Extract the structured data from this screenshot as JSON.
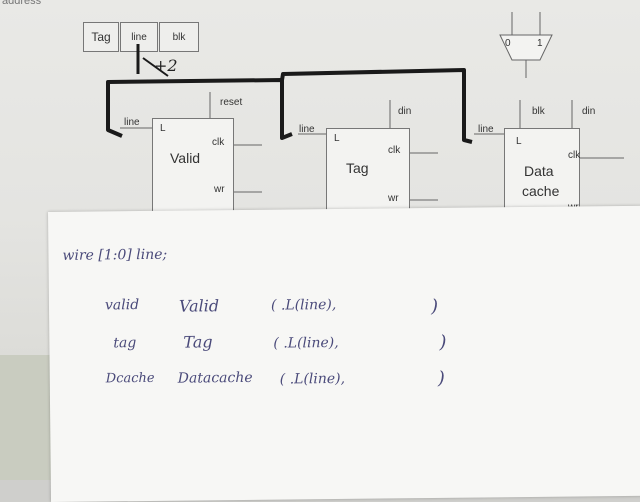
{
  "top_label": "address",
  "address_fields": [
    "Tag",
    "line",
    "blk"
  ],
  "shift_note": "+2",
  "mux": {
    "in0": "0",
    "in1": "1"
  },
  "valid_block": {
    "title": "Valid",
    "port_L": "L",
    "in_line": "line",
    "port_reset": "reset",
    "port_clk": "clk",
    "port_wr": "wr"
  },
  "tag_block": {
    "title": "Tag",
    "port_L": "L",
    "in_line": "line",
    "port_din": "din",
    "port_clk": "clk",
    "port_wr": "wr"
  },
  "data_block": {
    "title_1": "Data",
    "title_2": "cache",
    "port_L": "L",
    "in_line": "line",
    "port_blk": "blk",
    "port_din": "din",
    "port_clk": "clk",
    "port_wr": "wr"
  },
  "notes": {
    "decl": "wire [1:0] line;",
    "rows": [
      {
        "type": "valid",
        "inst": "Valid",
        "args": "( .L(line),",
        "close": ")"
      },
      {
        "type": "tag",
        "inst": "Tag",
        "args": "( .L(line),",
        "close": ")"
      },
      {
        "type": "Dcache",
        "inst": "Datacache",
        "args": "( .L(line),",
        "close": ")"
      }
    ]
  },
  "colors": {
    "wire": "#1a1a1a",
    "ink": "#4a4a7a",
    "paper": "#f7f7f5"
  }
}
